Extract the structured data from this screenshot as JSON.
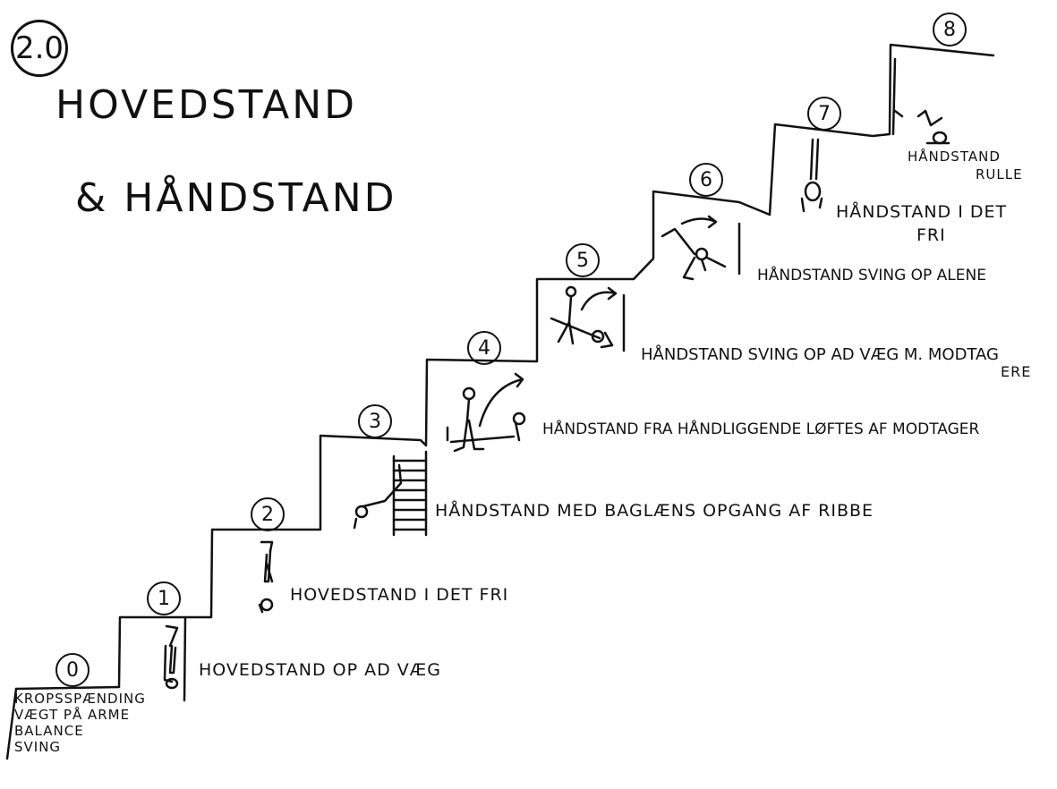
{
  "title": {
    "badge": "2.0",
    "line1": "HOVEDSTAND",
    "line2": "& HÅNDSTAND"
  },
  "steps": [
    {
      "number": "0",
      "lines": [
        "KROPSSPÆNDING",
        "VÆGT PÅ ARME",
        "BALANCE",
        "SVING"
      ]
    },
    {
      "number": "1",
      "label": "HOVEDSTAND OP AD VÆG"
    },
    {
      "number": "2",
      "label": "HOVEDSTAND I DET FRI"
    },
    {
      "number": "3",
      "label": "HÅNDSTAND MED BAGLÆNS OPGANG AF RIBBE"
    },
    {
      "number": "4",
      "label": "HÅNDSTAND FRA HÅNDLIGGENDE LØFTES AF MODTAGER"
    },
    {
      "number": "5",
      "label": "HÅNDSTAND SVING OP AD VÆG M. MODTAG",
      "label2": "ERE"
    },
    {
      "number": "6",
      "label": "HÅNDSTAND SVING OP ALENE"
    },
    {
      "number": "7",
      "label": "HÅNDSTAND I DET",
      "label2": "FRI"
    },
    {
      "number": "8",
      "label": "HÅNDSTAND",
      "label2": "RULLE"
    }
  ]
}
